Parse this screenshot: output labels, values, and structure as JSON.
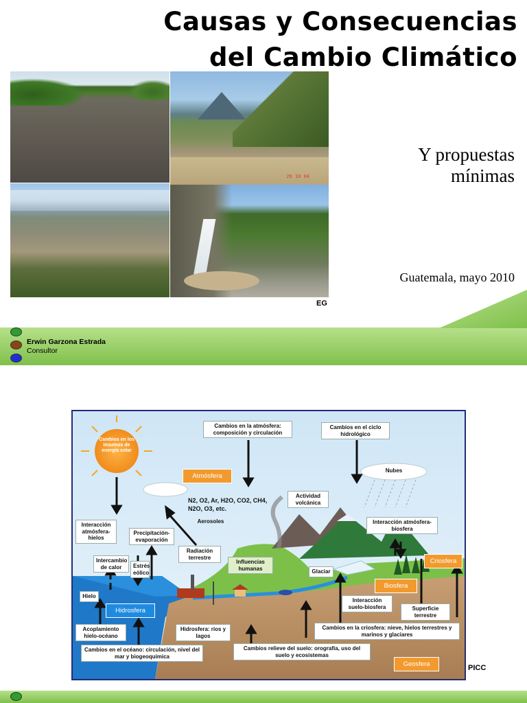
{
  "slide1": {
    "title_line1": "Causas y Consecuencias",
    "title_line2": "del Cambio Climático",
    "subtitle_line1": "Y propuestas",
    "subtitle_line2": "mínimas",
    "place_date": "Guatemala, mayo 2010",
    "initials": "EG",
    "author_name": "Erwin Garzona Estrada",
    "author_role": "Consultor",
    "photo_date_stamp": "26 10 04",
    "bullet_colors": [
      "#2e9e2e",
      "#8b4513",
      "#1f2fd6"
    ]
  },
  "diagram": {
    "sun_text": "Cambios en los insumos de energía solar",
    "atmosfera": "Atmósfera",
    "atm_change": "Cambios en la atmósfera: composición y circulación",
    "hydro_change": "Cambios en el ciclo hidrológico",
    "nubes": "Nubes",
    "gases": "N2, O2, Ar, H2O, CO2, CH4, N2O, O3, etc.",
    "aerosoles": "Aerosoles",
    "actividad_volcanica": "Actividad volcánica",
    "interaccion_atm_hielos": "Interacción atmósfera-hielos",
    "precipitacion": "Precipitación-evaporación",
    "radiacion": "Radiación terrestre",
    "interaccion_atm_biosfera": "Interacción atmósfera-biosfera",
    "intercambio_calor": "Intercambio de calor",
    "estres_eolico": "Estrés eólico",
    "influencias_humanas": "Influencias humanas",
    "glaciar": "Glaciar",
    "criosfera": "Criosfera",
    "hielo": "Hielo",
    "biosfera": "Biosfera",
    "hidrosfera_oceano": "Hidrosfera",
    "interaccion_suelo_biosfera": "Interacción suelo-biosfera",
    "superficie_terrestre": "Superficie terrestre",
    "acoplamiento": "Acoplamiento hielo-océano",
    "hidrosfera_rios": "Hidrosfera: ríos y lagos",
    "cambios_criosfera": "Cambios en la criosfera: nieve, hielos terrestres y marinos y glaciares",
    "cambios_oceano": "Cambios en el océano: circulación, nivel del mar y biogeoquímica",
    "cambios_suelo": "Cambios relieve del suelo: orografía, uso del suelo y ecosistemas",
    "geosfera": "Geosfera",
    "source": "PICC"
  }
}
